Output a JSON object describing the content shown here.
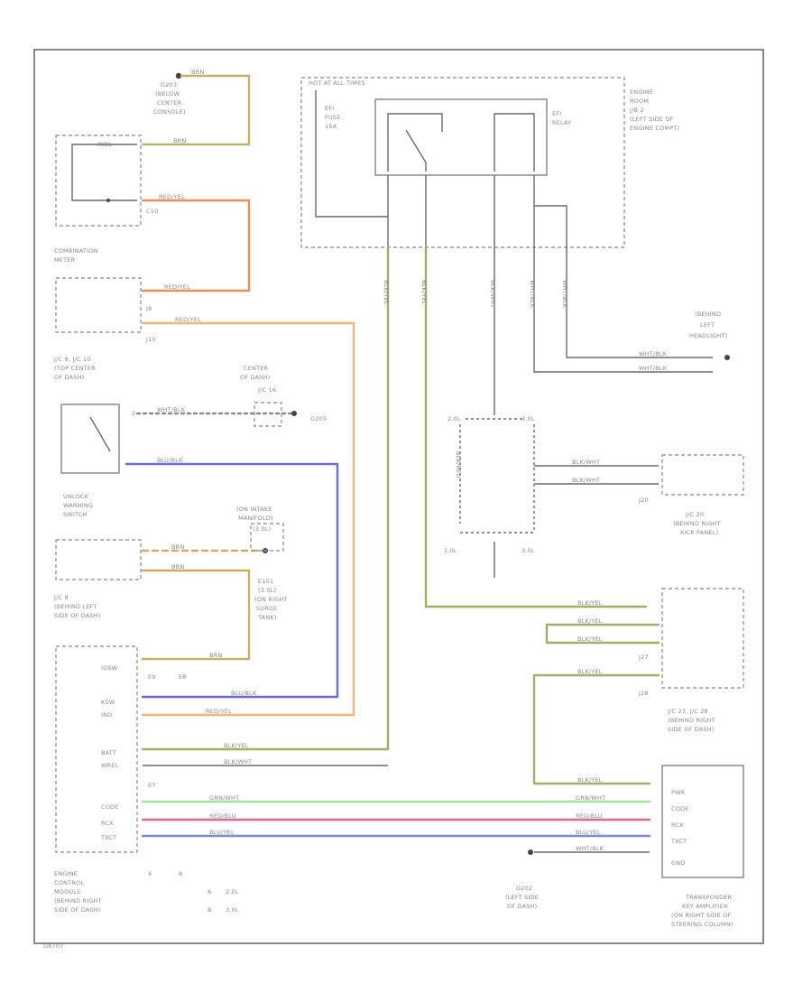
{
  "colors": {
    "brn": "#c9b060",
    "red_yel": "#f08c55",
    "red_yel_light": "#f5b27a",
    "blu_blk": "#6a6af0",
    "blk_yel": "#a8ac62",
    "grn_wht": "#9ee59e",
    "red_blu": "#e8648e",
    "blu_yel": "#7a88e8",
    "wht_blk": "#8c8c8c",
    "blk_wht": "#707070"
  },
  "labels": {
    "g203": "G203",
    "below_center": "(BELOW",
    "center": "CENTER",
    "console": "CONSOLE)",
    "indl": "INDL",
    "c10": "C10",
    "combination": "COMBINATION",
    "meter": "METER",
    "j8": "J8",
    "j10": "J10",
    "jc_a": "J/C 8, J/C 10",
    "top_center": "(TOP CENTER",
    "of_dash": "OF DASH)",
    "center_of": "CENTER",
    "of_dash2": "OF DASH)",
    "jc16": "J/C 16",
    "g205": "G205",
    "unlock_w": "UNLOCK",
    "warning": "WARNING",
    "switch": "SWITCH",
    "on_intake": "(ON INTAKE",
    "manifold": "MANIFOLD)",
    "three_ol": "(3.0L)",
    "e101": "E101",
    "three_ol_b": "(3.0L)",
    "on_right": "(ON RIGHT",
    "surge": "SURGE",
    "tank": "TANK)",
    "jc_b": "J/C 8",
    "behind_left": "(BEHIND LEFT",
    "side_of_dash": "SIDE OF DASH)",
    "hot_at_all": "HOT AT ALL TIMES",
    "efi_fuse": "EFI",
    "fuse": "FUSE",
    "amp": "15A",
    "efi_relay": "EFI",
    "relay": "RELAY",
    "engine": "ENGINE",
    "room": "ROOM",
    "jb2": "J/B 2",
    "left_side": "(LEFT SIDE OF",
    "engine_compt": "ENGINE COMPT)",
    "behind": "(BEHIND",
    "left": "LEFT",
    "headlight": "HEADLIGHT)",
    "wht_blk_1": "WHT/BLK",
    "wht_blk_2": "WHT/BLK",
    "wht_blk_3": "WHT/BLK",
    "wht_blk_4": "WHT/BLK",
    "blk_yel_v": "BLK/YEL",
    "blk_yel_v2": "BLK/YEL",
    "blk_wht_v": "BLK/WHT",
    "wht_blk_v": "WHT/BLK",
    "wht_blk_v2": "WHT/BLK",
    "blk_red_v": "BLK/RED",
    "brn_1": "BRN",
    "brn_2": "BRN",
    "brn_3": "BRN",
    "brn_4": "BRN",
    "brn_5": "BRN",
    "red_yel_1": "RED/YEL",
    "red_yel_2": "RED/YEL",
    "red_yel_3": "RED/YEL",
    "red_yel_4": "RED/YEL",
    "blu_blk_1": "BLU/BLK",
    "blu_blk_2": "BLU/BLK",
    "blk_yel_1": "BLK/YEL",
    "blk_yel_2": "BLK/YEL",
    "blk_yel_3": "BLK/YEL",
    "blk_yel_4": "BLK/YEL",
    "blk_yel_5": "BLK/YEL",
    "blk_yel_6": "BLK/YEL",
    "blk_wht_1": "BLK/WHT",
    "blk_wht_2": "BLK/WHT",
    "blk_wht_3": "BLK/WHT",
    "grn_wht_1": "GRN/WHT",
    "grn_wht_2": "GRN/WHT",
    "red_blu_1": "RED/BLU",
    "red_blu_2": "RED/BLU",
    "blu_yel_1": "BLU/YEL",
    "blu_yel_2": "BLU/YEL",
    "two_ol": "2.0L",
    "three_ol2": "3.0L",
    "two_ol_b": "2.0L",
    "three_ol_c": "3.0L",
    "jc20": "J/C 20",
    "behind_right_kick": "(BEHIND RIGHT",
    "kick_panel": "KICK PANEL)",
    "j20": "J20",
    "j27": "J27",
    "j28": "J28",
    "jc27_28": "J/C 27, J/C 28",
    "behind_right": "(BEHIND RIGHT",
    "side_of_dash2": "SIDE OF DASH)",
    "igsw": "IGSW",
    "kswi": "KSW",
    "ind": "IND",
    "batt": "BATT",
    "immo": "WREL",
    "code": "CODE",
    "rcx": "RCX",
    "txct": "TXCT",
    "e9": "E9",
    "e7": "E7",
    "e8": "E8",
    "four": "4",
    "eight": "8",
    "e_a": "A",
    "e_b": "B",
    "a_ol": "A",
    "b_ol": "B",
    "a_2": "2.0L",
    "b_3": "3.0L",
    "ecm_1": "ENGINE",
    "ecm_2": "CONTROL",
    "ecm_3": "MODULE",
    "ecm_4": "(BEHIND RIGHT",
    "ecm_5": "SIDE OF DASH)",
    "pwr": "PWR",
    "code_t": "CODE",
    "rcx_t": "RCX",
    "txct_t": "TXCT",
    "gnd": "GND",
    "g202": "G202",
    "left_side_dash": "(LEFT SIDE",
    "of_dash3": "OF DASH)",
    "tp_1": "TRANSPONDER",
    "tp_2": "KEY AMPLIFIER",
    "tp_3": "(ON RIGHT SIDE OF",
    "tp_4": "STEERING COLUMN)",
    "corner": "G6707"
  }
}
